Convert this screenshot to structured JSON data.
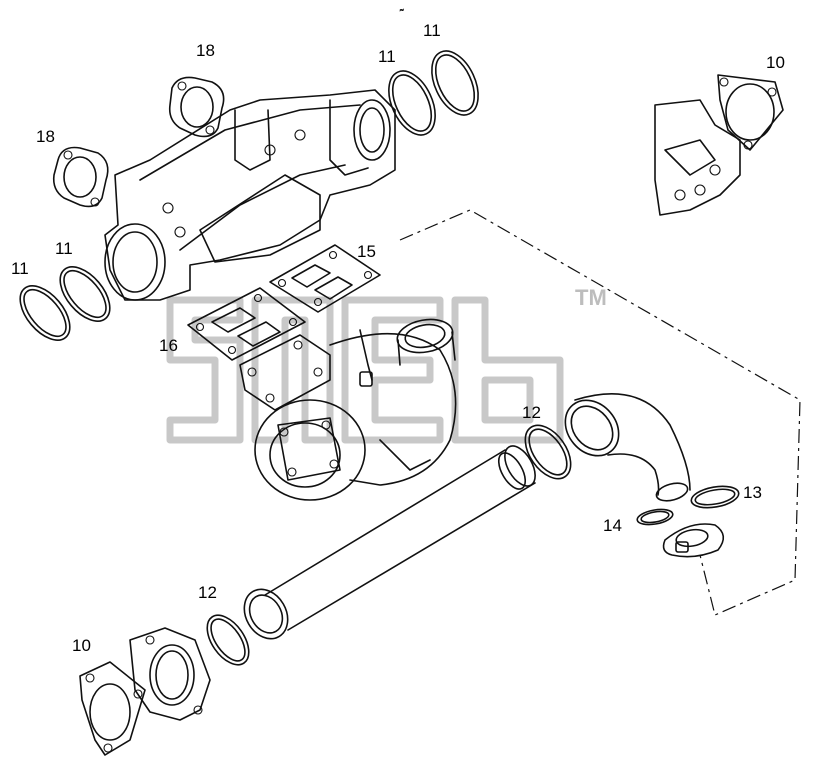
{
  "diagram": {
    "callouts": [
      {
        "id": "c18a",
        "text": "18"
      },
      {
        "id": "c11a",
        "text": "11"
      },
      {
        "id": "c11b",
        "text": "11"
      },
      {
        "id": "c10a",
        "text": "10"
      },
      {
        "id": "c18b",
        "text": "18"
      },
      {
        "id": "c11c",
        "text": "11"
      },
      {
        "id": "c11d",
        "text": "11"
      },
      {
        "id": "c15",
        "text": "15"
      },
      {
        "id": "c16",
        "text": "16"
      },
      {
        "id": "c12a",
        "text": "12"
      },
      {
        "id": "c13",
        "text": "13"
      },
      {
        "id": "c14",
        "text": "14"
      },
      {
        "id": "c12b",
        "text": "12"
      },
      {
        "id": "c10b",
        "text": "10"
      }
    ],
    "watermark": {
      "mark": "TM"
    }
  }
}
